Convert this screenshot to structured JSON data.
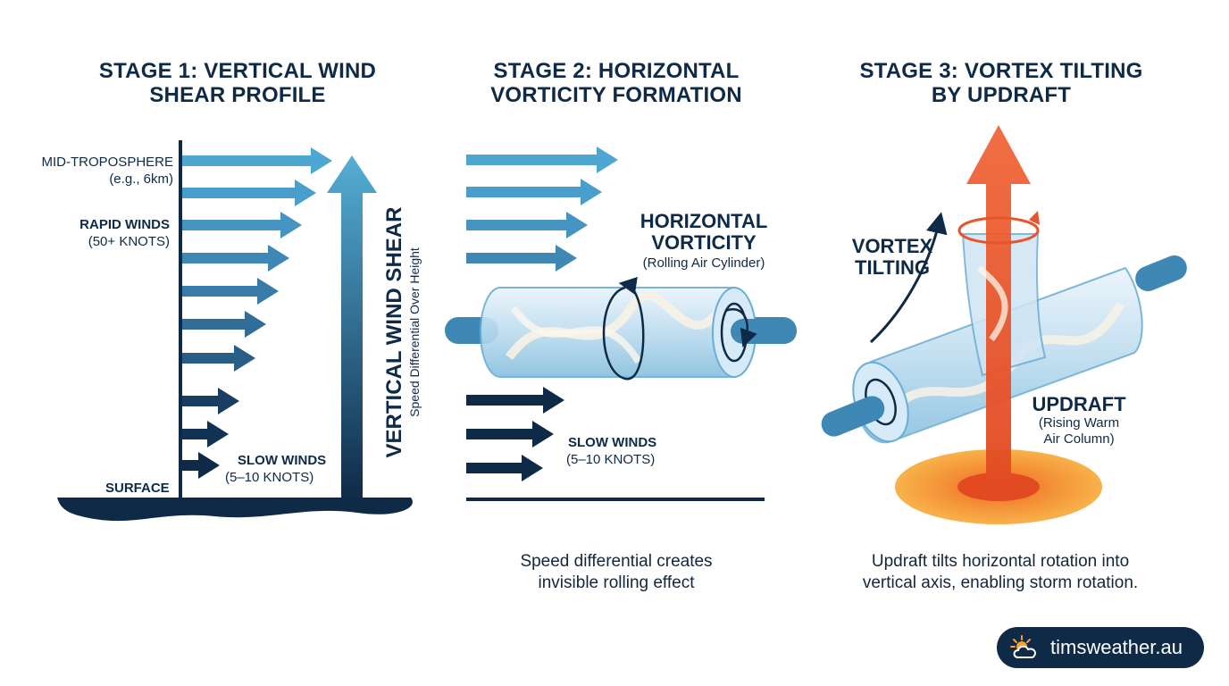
{
  "stage1": {
    "title_line1": "STAGE 1: VERTICAL WIND",
    "title_line2": "SHEAR PROFILE",
    "label_mid": "MID-TROPOSPHERE",
    "label_mid_example": "(e.g., 6km)",
    "label_rapid": "RAPID WINDS",
    "label_rapid_speed": "(50+ KNOTS)",
    "label_slow": "SLOW WINDS",
    "label_slow_speed": "(5–10 KNOTS)",
    "label_surface": "SURFACE",
    "shear_title": "VERTICAL WIND SHEAR",
    "shear_subtitle": "Speed Differential Over Height"
  },
  "stage2": {
    "title_line1": "STAGE 2: HORIZONTAL",
    "title_line2": "VORTICITY FORMATION",
    "vorticity_line1": "HORIZONTAL",
    "vorticity_line2": "VORTICITY",
    "vorticity_note": "(Rolling Air Cylinder)",
    "label_slow": "SLOW WINDS",
    "label_slow_speed": "(5–10 KNOTS)",
    "caption_line1": "Speed differential creates",
    "caption_line2": "invisible rolling effect"
  },
  "stage3": {
    "title_line1": "STAGE 3: VORTEX TILTING",
    "title_line2": "BY UPDRAFT",
    "tilting_line1": "VORTEX",
    "tilting_line2": "TILTING",
    "updraft": "UPDRAFT",
    "updraft_note_line1": "(Rising Warm",
    "updraft_note_line2": "Air Column)",
    "caption_line1": "Updraft tilts horizontal rotation into",
    "caption_line2": "vertical axis, enabling storm rotation."
  },
  "brand": {
    "name": "timsweather.au",
    "icon": "sun-cloud-icon"
  },
  "colors": {
    "navy": "#0e2a47",
    "sky_blue": "#4fa3cf",
    "updraft_orange": "#e8552c",
    "warm_glow": "#f6a334"
  }
}
